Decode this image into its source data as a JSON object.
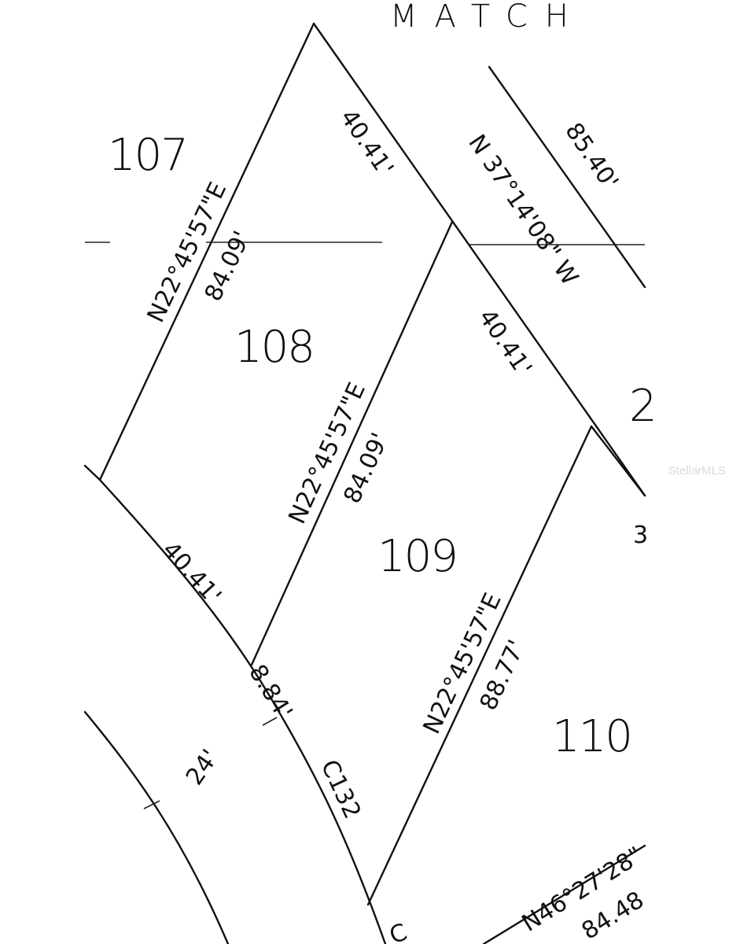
{
  "header": {
    "match_text": "MATCH"
  },
  "watermark": "StellarMLS",
  "lots": [
    {
      "id": "lot-107",
      "label": "107"
    },
    {
      "id": "lot-108",
      "label": "108"
    },
    {
      "id": "lot-109",
      "label": "109"
    },
    {
      "id": "lot-110",
      "label": "110"
    }
  ],
  "bearings": {
    "lot107_108_line": "N22°45'57\"E",
    "lot107_108_len": "84.09'",
    "lot108_109_line": "N22°45'57\"E",
    "lot108_109_len": "84.09'",
    "lot109_110_line": "N22°45'57\"E",
    "lot109_110_len": "88.77'",
    "rear_line": "N 37°14'08\" W",
    "right_dim": "85.40'",
    "bottom_right_line": "N46°27'28\"",
    "bottom_right_len": "84.48"
  },
  "dimensions": {
    "lot108_rear": "40.41'",
    "lot109_rear": "40.41'",
    "lot108_front": "40.41'",
    "lot109_front_arc": "8.84'",
    "curve": "C132",
    "road_width": "24'"
  },
  "partial_labels": {
    "right_edge_top": "2",
    "right_edge_mid": "3",
    "bottom_c": "C"
  }
}
